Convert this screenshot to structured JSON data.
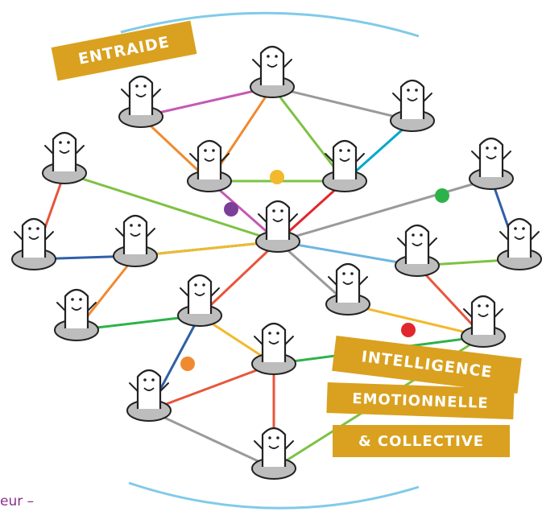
{
  "banners": {
    "entraide": "ENTRAIDE",
    "line1": "INTELLIGENCE",
    "line2": "EMOTIONNELLE",
    "line3": "& COLLECTIVE"
  },
  "caption": "eur –",
  "colors": {
    "banner": "#d9a11f",
    "arc": "#7fcbe8",
    "pedestal": "#bdbdbd",
    "caption": "#8a2f8e",
    "edges": [
      "#e8553b",
      "#f08a30",
      "#f2b92c",
      "#7dc242",
      "#2db24a",
      "#00a9c9",
      "#6fb6e0",
      "#2f5fa8",
      "#7b3f98",
      "#c45ab3",
      "#9a9a9a",
      "#e2262d"
    ]
  },
  "figures": [
    "character",
    "character",
    "character",
    "character",
    "character",
    "character",
    "character",
    "character",
    "character",
    "character",
    "character",
    "character",
    "character",
    "character",
    "character",
    "character",
    "character",
    "character",
    "character"
  ],
  "junction_dots": [
    "yellow-dot",
    "purple-dot",
    "green-dot",
    "orange-dot",
    "red-dot"
  ]
}
